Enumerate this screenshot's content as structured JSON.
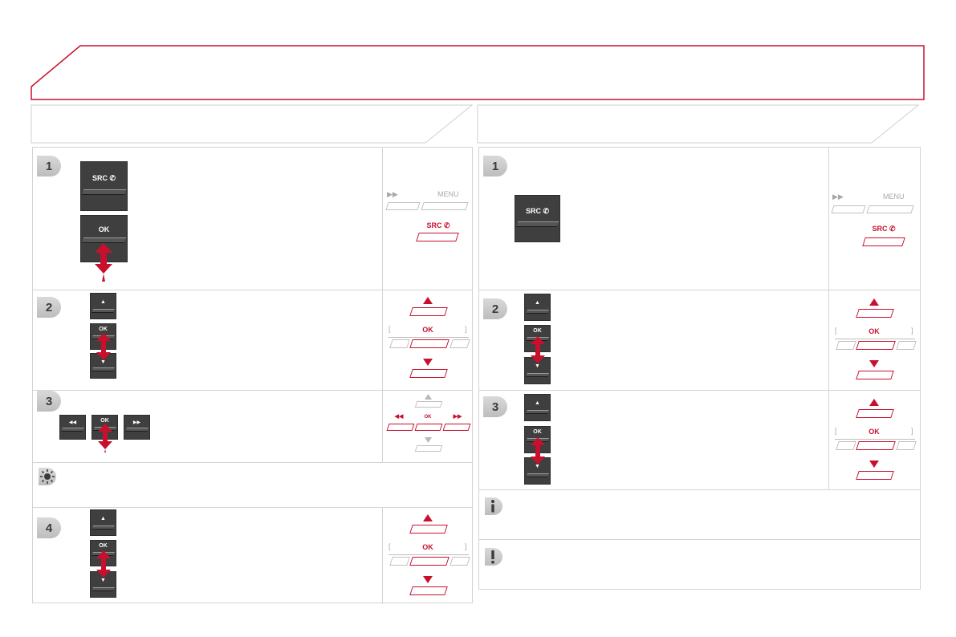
{
  "left": {
    "steps": [
      "1",
      "2",
      "3",
      "4"
    ],
    "buttons": {
      "src_label": "SRC",
      "ok_label": "OK",
      "ok_small": "OK",
      "up_glyph": "▲",
      "down_glyph": "▼",
      "prev_glyph": "◀◀",
      "next_glyph": "▶▶"
    },
    "panel": {
      "forward_glyph": "▶▶",
      "menu_label": "MENU",
      "src_label": "SRC",
      "ok_label": "OK",
      "ok_small": "OK",
      "prev_glyph": "◀◀",
      "next_glyph": "▶▶"
    }
  },
  "right": {
    "steps": [
      "1",
      "2",
      "3"
    ],
    "buttons": {
      "src_label": "SRC",
      "ok_small": "OK",
      "up_glyph": "▲",
      "down_glyph": "▼"
    },
    "panel": {
      "forward_glyph": "▶▶",
      "menu_label": "MENU",
      "src_label": "SRC",
      "ok_label": "OK"
    }
  },
  "icons": [
    "tip-icon",
    "info-icon",
    "warning-icon"
  ],
  "colors": {
    "accent": "#c8102e",
    "button": "#3f3f3f",
    "border": "#d4d4d4"
  }
}
